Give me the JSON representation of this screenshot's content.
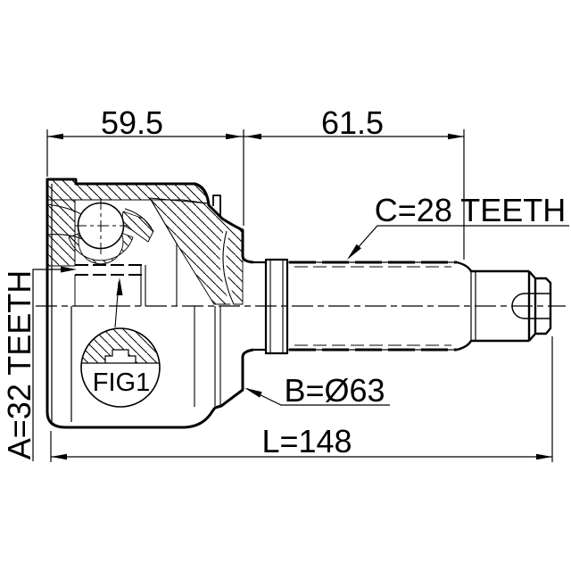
{
  "drawing": {
    "type": "technical-drawing",
    "subject": "CV joint outer drive shaft section",
    "labels": {
      "dim_top_left": "59.5",
      "dim_top_right": "61.5",
      "outer_spline": "C=28 TEETH",
      "inner_spline": "A=32 TEETH",
      "outer_diameter": "B=Ø63",
      "overall_length": "L=148",
      "detail_ref": "FIG1"
    },
    "colors": {
      "line": "#000000",
      "background": "#ffffff"
    }
  }
}
